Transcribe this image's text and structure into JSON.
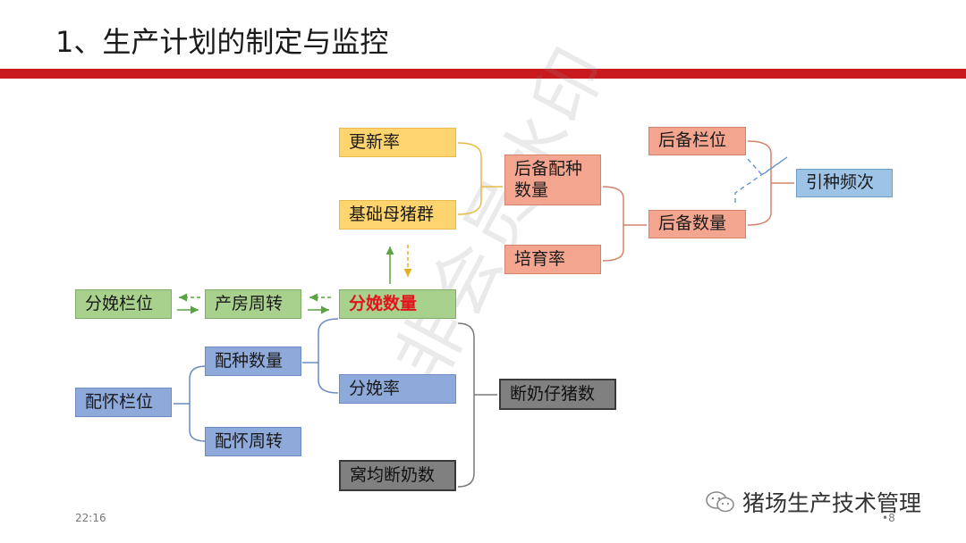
{
  "title": "1、生产计划的制定与监控",
  "watermark": "非会员水印",
  "boxes": {
    "update_rate": "更新率",
    "base_sows": "基础母猪群",
    "reserve_breeding_qty": "后备配种\n数量",
    "rearing_rate": "培育率",
    "reserve_pens": "后备栏位",
    "reserve_qty": "后备数量",
    "intro_frequency": "引种频次",
    "farrowing_pens": "分娩栏位",
    "farrowing_turnover": "产房周转",
    "farrowing_qty": "分娩数量",
    "breeding_qty": "配种数量",
    "pregnancy_pens": "配怀栏位",
    "farrowing_rate": "分娩率",
    "weaned_piglets": "断奶仔猪数",
    "pregnancy_turnover": "配怀周转",
    "litter_weaned": "窝均断奶数"
  },
  "footer": {
    "time": "22:16",
    "page": "•8",
    "brand": "猪场生产技术管理"
  },
  "colors": {
    "red_bar": "#c8191e",
    "yellow": "#fed46e",
    "orange": "#f4a58f",
    "green": "#a9d18e",
    "blue": "#8eaadb",
    "grey": "#808080",
    "light_blue": "#9dc3e6",
    "highlight_text": "#e0161c"
  }
}
